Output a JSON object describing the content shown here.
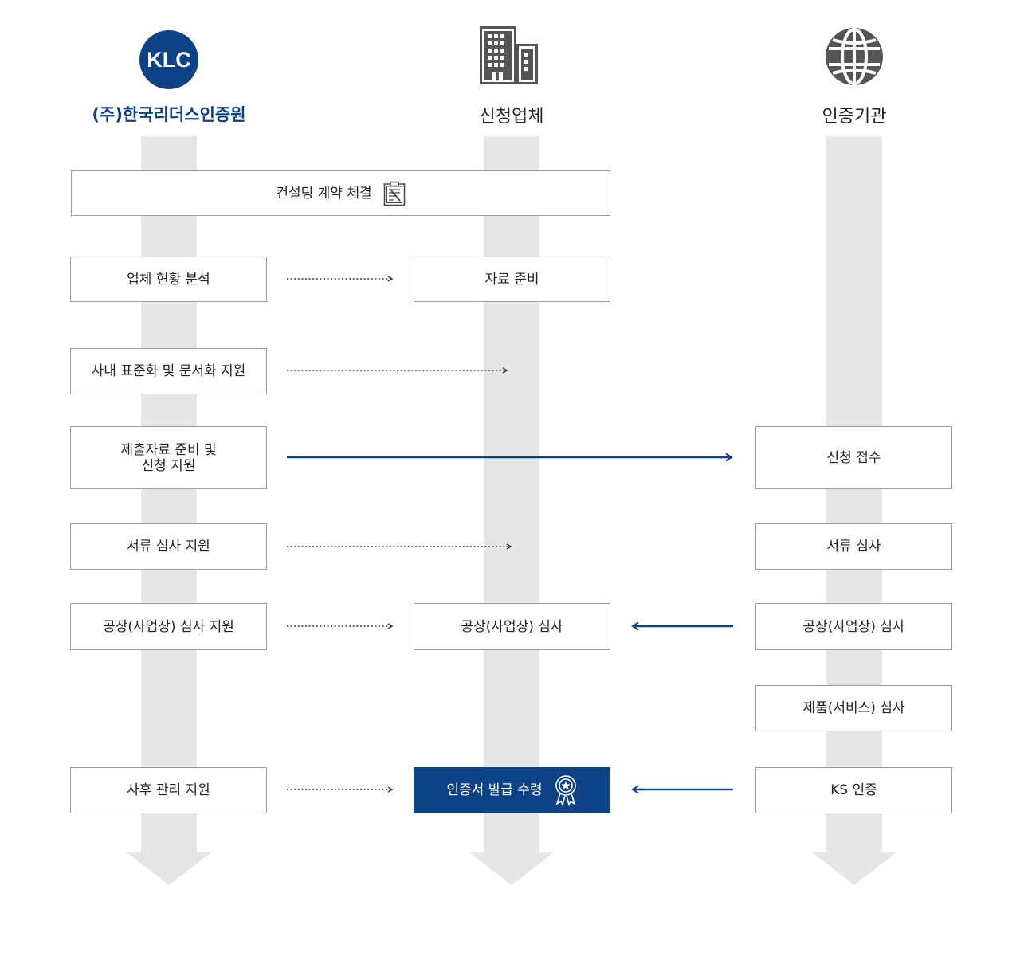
{
  "columns": [
    {
      "title": "(주)한국리더스인증원",
      "title_color": "#0e4286",
      "icon": "klc-logo",
      "logo_text": "KLC"
    },
    {
      "title": "신청업체",
      "title_color": "#222222",
      "icon": "building-icon"
    },
    {
      "title": "인증기관",
      "title_color": "#222222",
      "icon": "globe-icon"
    }
  ],
  "contract": {
    "label": "컨설팅 계약 체결",
    "icon": "clipboard-icon"
  },
  "klc_steps": [
    "업체 현황 분석",
    "사내 표준화 및 문서화 지원",
    "제출자료 준비 및\n신청 지원",
    "서류 심사 지원",
    "공장(사업장) 심사 지원",
    "사후 관리 지원"
  ],
  "company_steps": [
    "자료 준비",
    "공장(사업장) 심사",
    "인증서 발급 수령"
  ],
  "agency_steps": [
    "신청 접수",
    "서류 심사",
    "공장(사업장) 심사",
    "제품(서비스) 심사",
    "KS 인증"
  ],
  "colors": {
    "brand": "#0e4286",
    "lane": "#e6e6e6",
    "border": "#9c9c9c",
    "dotted_arrow": "#333333",
    "solid_arrow": "#0e4286"
  },
  "certificate_icon": "award-ribbon-icon"
}
